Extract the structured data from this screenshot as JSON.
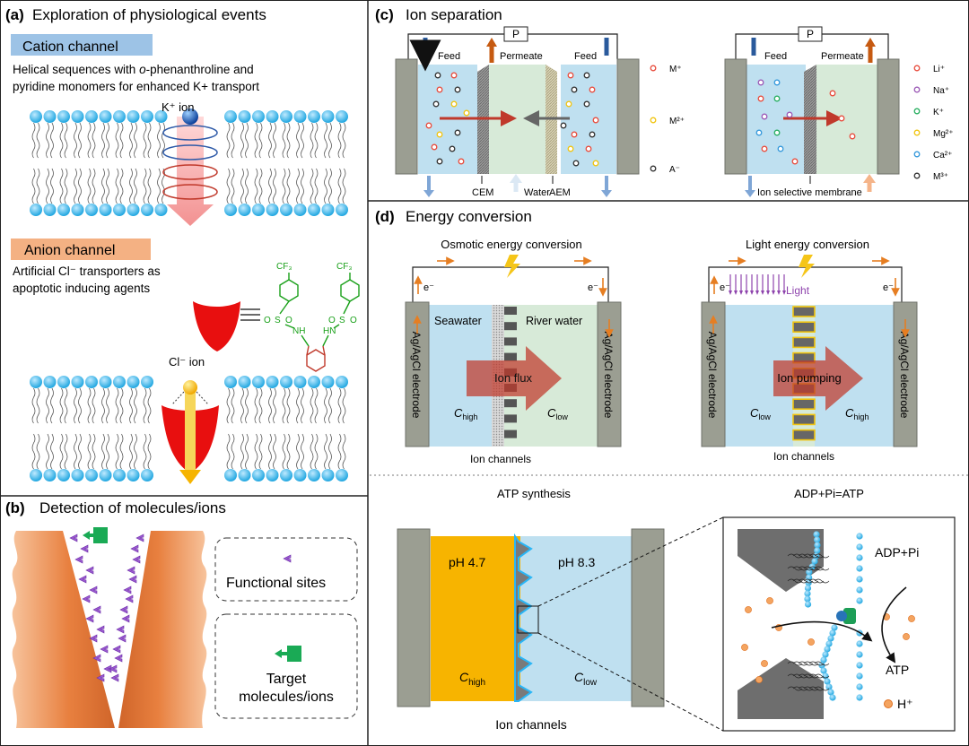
{
  "panel_a": {
    "label": "(a)",
    "title": "Exploration of physiological events",
    "cation": {
      "header": "Cation channel",
      "desc_line1_pre": "Helical sequences with ",
      "desc_line1_italic": "o",
      "desc_line1_post": "-phenanthroline and",
      "desc_line2": "pyridine monomers for enhanced K+ transport",
      "ion_label": "K⁺ ion"
    },
    "anion": {
      "header": "Anion channel",
      "desc_line1": "Artificial Cl⁻ transporters as",
      "desc_line2": "apoptotic inducing agents",
      "ion_label": "Cl⁻ ion",
      "chem_cf3": "CF₃",
      "chem_nh": "NH",
      "chem_hn": "HN",
      "chem_s": "S",
      "chem_o": "O"
    }
  },
  "panel_b": {
    "label": "(b)",
    "title": "Detection of molecules/ions",
    "legend_sites": "Functional sites",
    "legend_target_line1": "Target",
    "legend_target_line2": "molecules/ions"
  },
  "panel_c": {
    "label": "(c)",
    "title": "Ion separation",
    "pump": "P",
    "left": {
      "feed": "Feed",
      "permeate": "Permeate",
      "cem": "CEM",
      "water": "Water",
      "aem": "AEM",
      "legend": [
        "M⁺",
        "M²⁺",
        "A⁻"
      ]
    },
    "right": {
      "feed": "Feed",
      "permeate": "Permeate",
      "membrane": "Ion selective membrane",
      "legend": [
        "Li⁺",
        "Na⁺",
        "K⁺",
        "Mg²⁺",
        "Ca²⁺",
        "M³⁺"
      ]
    },
    "colors": {
      "Li": "#e84c3d",
      "Na": "#9b59b6",
      "K": "#27ae60",
      "Mg": "#f1c40f",
      "Ca": "#3498db",
      "M3": "#333333"
    }
  },
  "panel_d": {
    "label": "(d)",
    "title": "Energy conversion",
    "osmotic": {
      "title": "Osmotic energy conversion",
      "electron": "e⁻",
      "seawater": "Seawater",
      "river": "River water",
      "flux": "Ion flux",
      "c_high": "C",
      "c_high_sub": "high",
      "c_low": "C",
      "c_low_sub": "low",
      "electrode": "Ag/AgCl electrode",
      "channels": "Ion channels"
    },
    "light": {
      "title": "Light energy conversion",
      "electron": "e⁻",
      "light": "Light",
      "pumping": "Ion pumping",
      "c_low": "C",
      "c_low_sub": "low",
      "c_high": "C",
      "c_high_sub": "high",
      "electrode": "Ag/AgCl electrode",
      "channels": "Ion channels"
    },
    "atp": {
      "title": "ATP synthesis",
      "title2": "ADP+Pi=ATP",
      "ph_left": "pH 4.7",
      "ph_right": "pH 8.3",
      "c_high": "C",
      "c_high_sub": "high",
      "c_low": "C",
      "c_low_sub": "low",
      "channels": "Ion channels",
      "adp": "ADP+Pi",
      "atp": "ATP",
      "h": "H⁺"
    }
  }
}
